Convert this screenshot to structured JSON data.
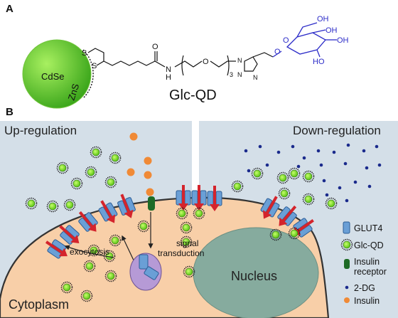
{
  "panel_a": {
    "letter": "A",
    "qd_core": "CdSe",
    "qd_shell": "ZnS",
    "atoms": {
      "s_top": "S",
      "s_bottom": "S",
      "carbonyl_o": "O",
      "amide_h": "H",
      "amide_n": "N",
      "peg_o": "O",
      "repeat_n": "3",
      "tri_n1": "N",
      "tri_n2": "N",
      "tri_n3": "N",
      "ether_o": "O",
      "ring_o": "O",
      "oh1": "OH",
      "oh2": "OH",
      "oh3": "OH",
      "oh4": "HO"
    },
    "title": "Glc-QD"
  },
  "panel_b": {
    "letter": "B",
    "left_title": "Up-regulation",
    "right_title": "Down-regulation",
    "labels": {
      "exocytosis": "exocytosis",
      "signal_line1": "signal",
      "signal_line2": "transduction",
      "cytoplasm": "Cytoplasm",
      "nucleus": "Nucleus"
    },
    "legend": {
      "glut4": "GLUT4",
      "glcqd": "Glc-QD",
      "insulin_receptor_line1": "Insulin",
      "insulin_receptor_line2": "receptor",
      "twodg": "2-DG",
      "insulin": "Insulin"
    },
    "colors": {
      "background": "#d4dfe8",
      "cytoplasm": "#f8cfa8",
      "cell_border": "#333333",
      "nucleus": "#86ab9e",
      "glut4": "#6a9fd6",
      "arrow_red": "#d4242c",
      "receptor_green": "#1d6b26",
      "dg_blue": "#1a2a8c",
      "insulin_orange": "#f08a36",
      "qd_green": "#8fe83b",
      "sugar_blue": "#2c2cc8"
    }
  }
}
